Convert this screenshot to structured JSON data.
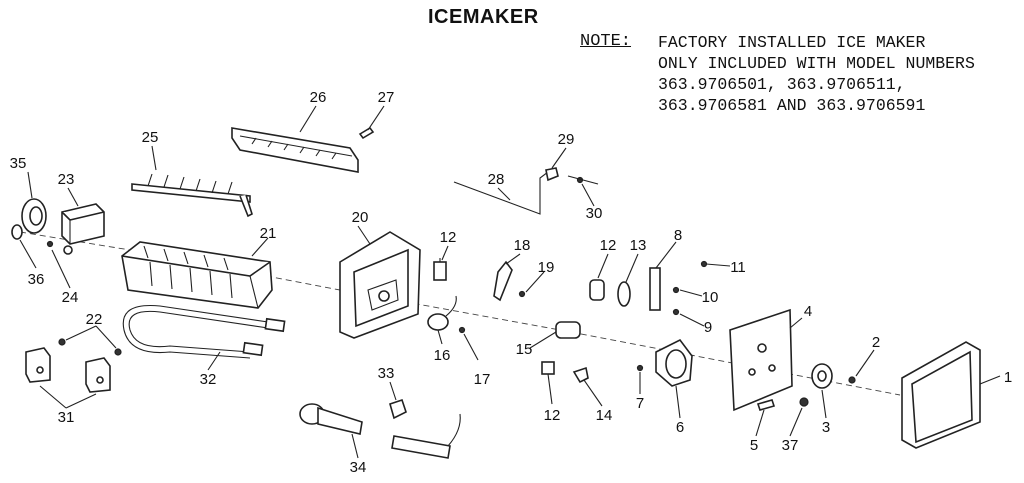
{
  "title": "ICEMAKER",
  "note": {
    "label": "NOTE:",
    "lines": [
      "FACTORY INSTALLED ICE MAKER",
      "ONLY INCLUDED WITH MODEL NUMBERS",
      "363.9706501, 363.9706511,",
      "363.9706581 AND 363.9706591"
    ]
  },
  "callouts": {
    "c1": "1",
    "c2": "2",
    "c3": "3",
    "c4": "4",
    "c5": "5",
    "c6": "6",
    "c7": "7",
    "c8": "8",
    "c9": "9",
    "c10": "10",
    "c11": "11",
    "c12a": "12",
    "c12b": "12",
    "c12c": "12",
    "c13": "13",
    "c14": "14",
    "c15": "15",
    "c16": "16",
    "c17": "17",
    "c18": "18",
    "c19": "19",
    "c20": "20",
    "c21": "21",
    "c22": "22",
    "c23": "23",
    "c24": "24",
    "c25": "25",
    "c26": "26",
    "c27": "27",
    "c28": "28",
    "c29": "29",
    "c30": "30",
    "c31": "31",
    "c32": "32",
    "c33": "33",
    "c34": "34",
    "c35": "35",
    "c36": "36",
    "c37": "37"
  }
}
